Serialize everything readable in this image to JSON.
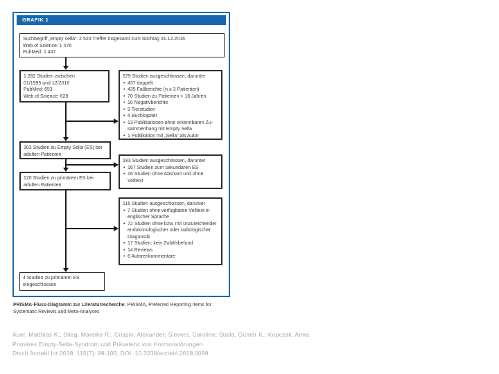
{
  "figure": {
    "label": "GRAFIK 1",
    "accent_color": "#1667ac",
    "boxes": {
      "search": {
        "lines": [
          "Suchbegriff „empty sella“: 2 523 Treffer insgesamt zum Stichtag 31.12.2016",
          "Web of Science: 1 076",
          "PubMed: 1 447"
        ]
      },
      "screened": {
        "lines": [
          "1 282 Studien zwischen",
          "01/1995 und 12/2016",
          "PubMed: 653",
          "Web of Science: 629"
        ]
      },
      "excluded1": {
        "title": "979 Studien ausgeschlossen, darunter",
        "items": [
          "437 doppelt",
          "435 Fallberichte (n ≤ 3 Patienten)",
          "70 Studien zu Patienten < 18 Jahren",
          "10 Negativberichte",
          "9 Tierstudien",
          "4 Buchkapitel",
          "13 Publikationen ohne erkennbaren Zu-\nsammenhang mit Empty Sella",
          "1 Publikation mit „Sella“ als Autor"
        ]
      },
      "es_adult": {
        "lines": [
          "303 Studien zu Empty Sella (ES) bei",
          "adulten Patienten"
        ]
      },
      "excluded2": {
        "title": "183 Studien ausgeschlossen, darunter",
        "items": [
          "167 Studien zum sekundären ES",
          "16 Studien ohne Abstract und ohne\nVolltext"
        ]
      },
      "primary_es": {
        "lines": [
          "120 Studien zu primärem ES bei",
          "adulten Patienten"
        ]
      },
      "excluded3": {
        "title": "116 Studien ausgeschlossen, darunter",
        "items": [
          "7 Studien ohne verfügbaren Volltext in\nenglischer Sprache",
          "72 Studien ohne bzw. mit unzureichender\nendokrinologischer oder radiologischer\nDiagnostik",
          "17 Studien: kein Zufallsbefund",
          "14 Reviews",
          "6 Autorenkommentare"
        ]
      },
      "included": {
        "lines": [
          "4 Studien zu primärem ES",
          "eingeschlossen"
        ]
      }
    },
    "caption": {
      "bold": "PRISMA-Fluss-Diagramm zur Literaturrecherche",
      "rest": "; PRISMA, Preferred Reporting Items for Systematic Reviews and Meta-Analyses"
    }
  },
  "citation": {
    "authors": "Auer, Matthias K.; Stieg, Mareike R.; Crispin, Alexander; Sievers, Caroline; Stalla, Günter K.; Kopczak, Anna",
    "title": "Primäres Empty-Sella-Syndrom und Prävalenz von Hormonstörungen",
    "source": "Dtsch Arztebl Int 2018; 115(7): 99-105; DOI: 10.3238/arztebl.2018.0099"
  }
}
